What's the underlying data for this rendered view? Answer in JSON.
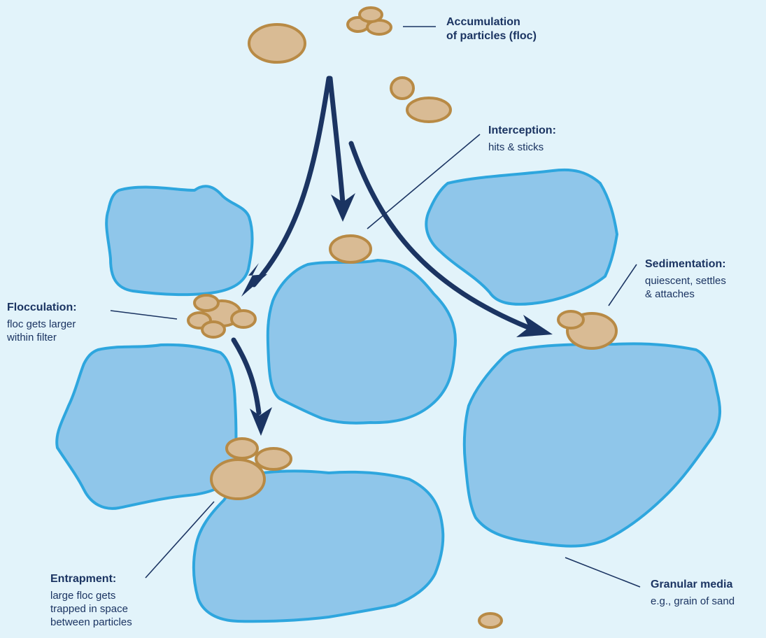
{
  "labels": {
    "accumulation": {
      "title": "Accumulation\nof particles (floc)"
    },
    "interception": {
      "title": "Interception:",
      "desc": "hits & sticks"
    },
    "sedimentation": {
      "title": "Sedimentation:",
      "desc": "quiescent, settles\n& attaches"
    },
    "flocculation": {
      "title": "Flocculation:",
      "desc": "floc gets larger\nwithin filter"
    },
    "granular": {
      "title": "Granular media",
      "desc": "e.g., grain of sand"
    },
    "entrapment": {
      "title": "Entrapment:",
      "desc": "large floc gets\ntrapped in space\nbetween particles"
    }
  },
  "colors": {
    "background": "#e2f3fa",
    "grain_fill": "#8fc6ea",
    "grain_stroke": "#2ea6de",
    "particle_fill": "#d9bb94",
    "particle_stroke": "#b88a45",
    "arrow": "#1b3462",
    "text": "#1b3462"
  }
}
